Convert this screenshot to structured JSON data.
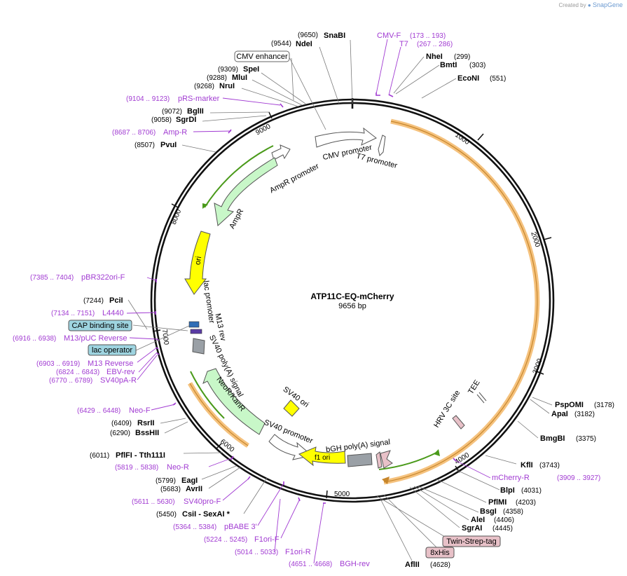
{
  "brand": {
    "prefix": "Created by",
    "name": "SnapGene"
  },
  "plasmid": {
    "name": "ATP11C-EQ-mCherry",
    "length": "9656 bp"
  },
  "ticks": [
    "1000",
    "2000",
    "3000",
    "4000",
    "5000",
    "6000",
    "7000",
    "8000",
    "9000"
  ],
  "enzymes": [
    {
      "pos": "(9650)",
      "name": "SnaBI"
    },
    {
      "pos": "(9544)",
      "name": "NdeI"
    },
    {
      "pos": "(9309)",
      "name": "SpeI"
    },
    {
      "pos": "(9288)",
      "name": "MluI"
    },
    {
      "pos": "(9268)",
      "name": "NruI"
    },
    {
      "pos": "(9072)",
      "name": "BglII"
    },
    {
      "pos": "(9058)",
      "name": "SgrDI"
    },
    {
      "pos": "(8507)",
      "name": "PvuI"
    },
    {
      "pos": "(7244)",
      "name": "PciI"
    },
    {
      "pos": "(6409)",
      "name": "RsrII"
    },
    {
      "pos": "(6290)",
      "name": "BssHII"
    },
    {
      "pos": "(6011)",
      "name": "PflFI - Tth111I"
    },
    {
      "pos": "(5799)",
      "name": "EagI"
    },
    {
      "pos": "(5683)",
      "name": "AvrII"
    },
    {
      "pos": "(5450)",
      "name": "CsiI - SexAI *"
    },
    {
      "pos": "(299)",
      "name": "NheI"
    },
    {
      "pos": "(303)",
      "name": "BmtI"
    },
    {
      "pos": "(551)",
      "name": "EcoNI"
    },
    {
      "pos": "(3178)",
      "name": "PspOMI"
    },
    {
      "pos": "(3182)",
      "name": "ApaI"
    },
    {
      "pos": "(3375)",
      "name": "BmgBI"
    },
    {
      "pos": "(3743)",
      "name": "KflI"
    },
    {
      "pos": "(4031)",
      "name": "BlpI"
    },
    {
      "pos": "(4203)",
      "name": "PflMI"
    },
    {
      "pos": "(4358)",
      "name": "BsgI"
    },
    {
      "pos": "(4406)",
      "name": "AleI"
    },
    {
      "pos": "(4445)",
      "name": "SgrAI"
    },
    {
      "pos": "(4628)",
      "name": "AflII"
    }
  ],
  "primers": [
    {
      "name": "CMV-F",
      "range": "(173 .. 193)"
    },
    {
      "name": "T7",
      "range": "(267 .. 286)"
    },
    {
      "name": "pRS-marker",
      "range": "(9104 .. 9123)"
    },
    {
      "name": "Amp-R",
      "range": "(8687 .. 8706)"
    },
    {
      "name": "pBR322ori-F",
      "range": "(7385 .. 7404)"
    },
    {
      "name": "L4440",
      "range": "(7134 .. 7151)"
    },
    {
      "name": "M13/pUC Reverse",
      "range": "(6916 .. 6938)"
    },
    {
      "name": "M13 Reverse",
      "range": "(6903 .. 6919)"
    },
    {
      "name": "EBV-rev",
      "range": "(6824 .. 6843)"
    },
    {
      "name": "SV40pA-R",
      "range": "(6770 .. 6789)"
    },
    {
      "name": "Neo-F",
      "range": "(6429 .. 6448)"
    },
    {
      "name": "Neo-R",
      "range": "(5819 .. 5838)"
    },
    {
      "name": "SV40pro-F",
      "range": "(5611 .. 5630)"
    },
    {
      "name": "pBABE 3'",
      "range": "(5364 .. 5384)"
    },
    {
      "name": "F1ori-F",
      "range": "(5224 .. 5245)"
    },
    {
      "name": "F1ori-R",
      "range": "(5014 .. 5033)"
    },
    {
      "name": "BGH-rev",
      "range": "(4651 .. 4668)"
    },
    {
      "name": "mCherry-R",
      "range": "(3909 .. 3927)"
    }
  ],
  "boxed_labels": [
    "CMV enhancer",
    "CAP binding site",
    "lac operator",
    "Twin-Strep-tag",
    "8xHis"
  ],
  "features": [
    "CMV promoter",
    "T7 promoter",
    "AmpR promoter",
    "AmpR",
    "ori",
    "lac promoter",
    "M13 rev",
    "SV40 poly(A) signal",
    "NeoR/KanR",
    "SV40 ori",
    "SV40 promoter",
    "f1 ori",
    "bGH poly(A) signal",
    "HRV 3C site",
    "TEE"
  ],
  "colors": {
    "primer": "#a13bd2",
    "insert": "#f5c27e",
    "green": "#c8f7c8",
    "yellow": "#ffff00",
    "arrow_white": "#ffffff",
    "tag": "#e8c1c8",
    "teal_box": "#9ed4e0"
  }
}
